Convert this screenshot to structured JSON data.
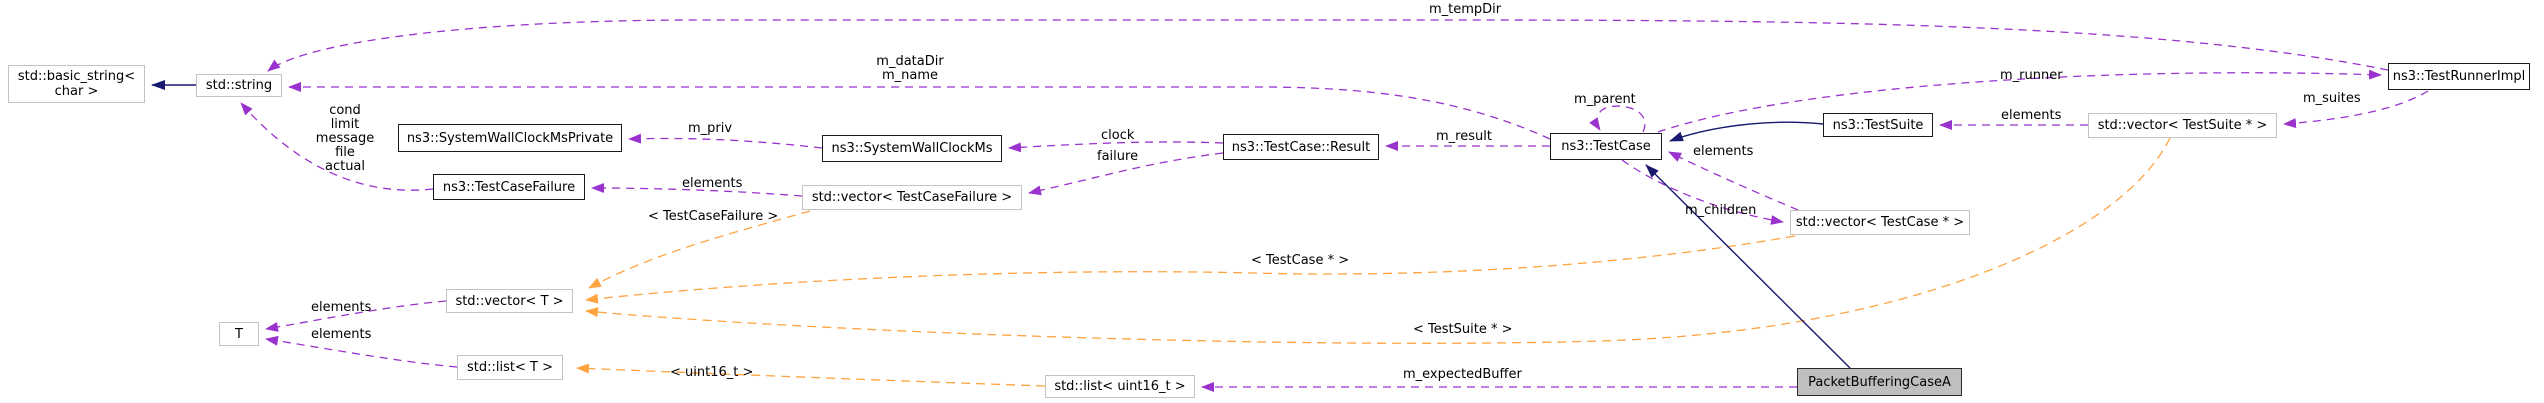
{
  "diagram": {
    "kind": "collaboration-graph",
    "colors": {
      "usage_edge": "#9a32cd",
      "template_edge": "#ffa33f",
      "inheritance_edge": "#191970",
      "documented_node_border": "#1a1a1a",
      "external_node_border": "#c3c3c3",
      "highlight_node_fill": "#bfbfbf",
      "background": "#ffffff"
    },
    "nodes": {
      "basic_string": {
        "label": "std::basic_string<\nchar >"
      },
      "string": {
        "label": "std::string"
      },
      "swcm_private": {
        "label": "ns3::SystemWallClockMsPrivate"
      },
      "swcm": {
        "label": "ns3::SystemWallClockMs"
      },
      "test_case_failure": {
        "label": "ns3::TestCaseFailure"
      },
      "vector_tcf": {
        "label": "std::vector< TestCaseFailure >"
      },
      "result": {
        "label": "ns3::TestCase::Result"
      },
      "test_case": {
        "label": "ns3::TestCase"
      },
      "test_suite": {
        "label": "ns3::TestSuite"
      },
      "vector_ts": {
        "label": "std::vector< TestSuite * >"
      },
      "test_runner_impl": {
        "label": "ns3::TestRunnerImpl"
      },
      "vector_tc": {
        "label": "std::vector< TestCase * >"
      },
      "t_param": {
        "label": "T"
      },
      "vector_t": {
        "label": "std::vector< T >"
      },
      "list_t": {
        "label": "std::list< T >"
      },
      "list_u16": {
        "label": "std::list< uint16_t >"
      },
      "packet_buffering_case_a": {
        "label": "PacketBufferingCaseA"
      }
    },
    "edge_labels": {
      "m_tempdir": "m_tempDir",
      "m_datadir_m_name": "m_dataDir\nm_name",
      "cond_block": "cond\nlimit\nmessage\nfile\nactual",
      "m_priv": "m_priv",
      "elements_tcf": "elements",
      "clock": "clock",
      "failure": "failure",
      "m_result": "m_result",
      "m_parent": "m_parent",
      "m_runner": "m_runner",
      "elements_ts": "elements",
      "m_suites": "m_suites",
      "elements_tc": "elements",
      "m_children": "m_children",
      "tmpl_tcf": "< TestCaseFailure >",
      "tmpl_tc": "< TestCase * >",
      "tmpl_ts": "< TestSuite * >",
      "tmpl_u16": "< uint16_t >",
      "m_expected_buffer": "m_expectedBuffer",
      "elements_vt": "elements",
      "elements_lt": "elements"
    }
  }
}
